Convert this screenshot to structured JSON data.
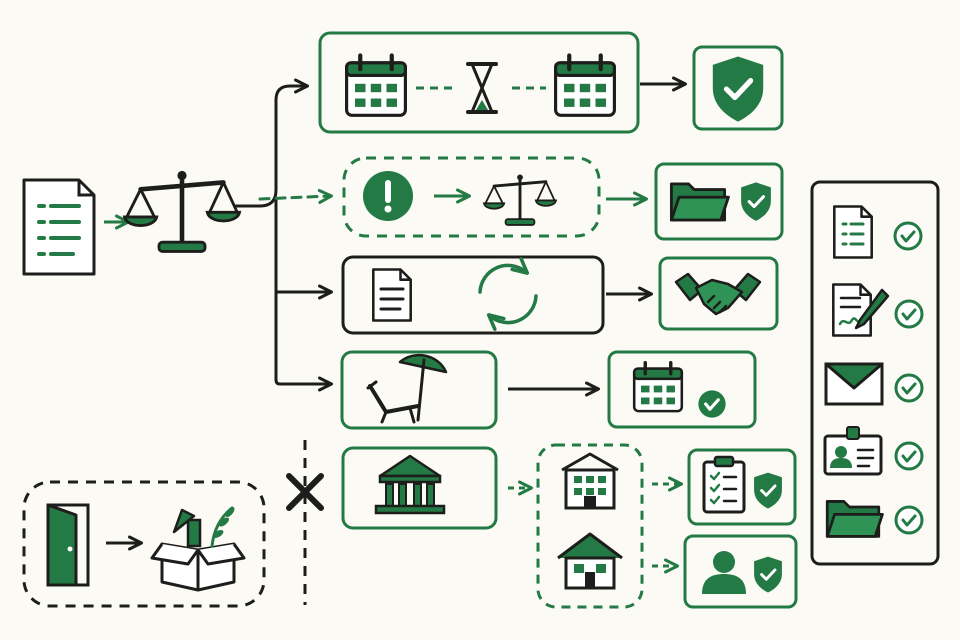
{
  "colors": {
    "ink": "#1d1d1b",
    "green": "#237a45",
    "green_dark": "#1e6b3c",
    "background": "#fbfaf5"
  },
  "diagram": {
    "source": {
      "icon": "document-icon"
    },
    "evaluation": {
      "icon": "scales-icon"
    },
    "branches": [
      {
        "name": "waiting-period",
        "icons": [
          "calendar-icon",
          "hourglass-icon",
          "calendar-icon"
        ],
        "result": [
          "shield-check-icon"
        ]
      },
      {
        "name": "warning-review",
        "icons": [
          "exclamation-icon",
          "scales-icon"
        ],
        "result": [
          "folder-icon",
          "shield-check-icon"
        ]
      },
      {
        "name": "document-renewal",
        "icons": [
          "document-icon",
          "cycle-arrows-icon"
        ],
        "result": [
          "handshake-icon"
        ]
      },
      {
        "name": "vacation",
        "icons": [
          "beach-chair-umbrella-icon"
        ],
        "result": [
          "calendar-icon",
          "check-circle-icon"
        ]
      },
      {
        "name": "institution",
        "icons": [
          "bank-icon"
        ],
        "options": [
          "office-building-icon",
          "house-icon"
        ],
        "results": [
          [
            "clipboard-checklist-icon",
            "shield-check-icon"
          ],
          [
            "person-icon",
            "shield-check-icon"
          ]
        ]
      }
    ],
    "exit": {
      "icons": [
        "door-icon",
        "moving-box-icon"
      ],
      "separator": "cross-icon"
    },
    "checklist": [
      {
        "icon": "document-icon",
        "status": "check-circle-icon"
      },
      {
        "icon": "signed-contract-icon",
        "status": "check-circle-icon"
      },
      {
        "icon": "envelope-icon",
        "status": "check-circle-icon"
      },
      {
        "icon": "id-badge-icon",
        "status": "check-circle-icon"
      },
      {
        "icon": "folder-icon",
        "status": "check-circle-icon"
      }
    ]
  }
}
